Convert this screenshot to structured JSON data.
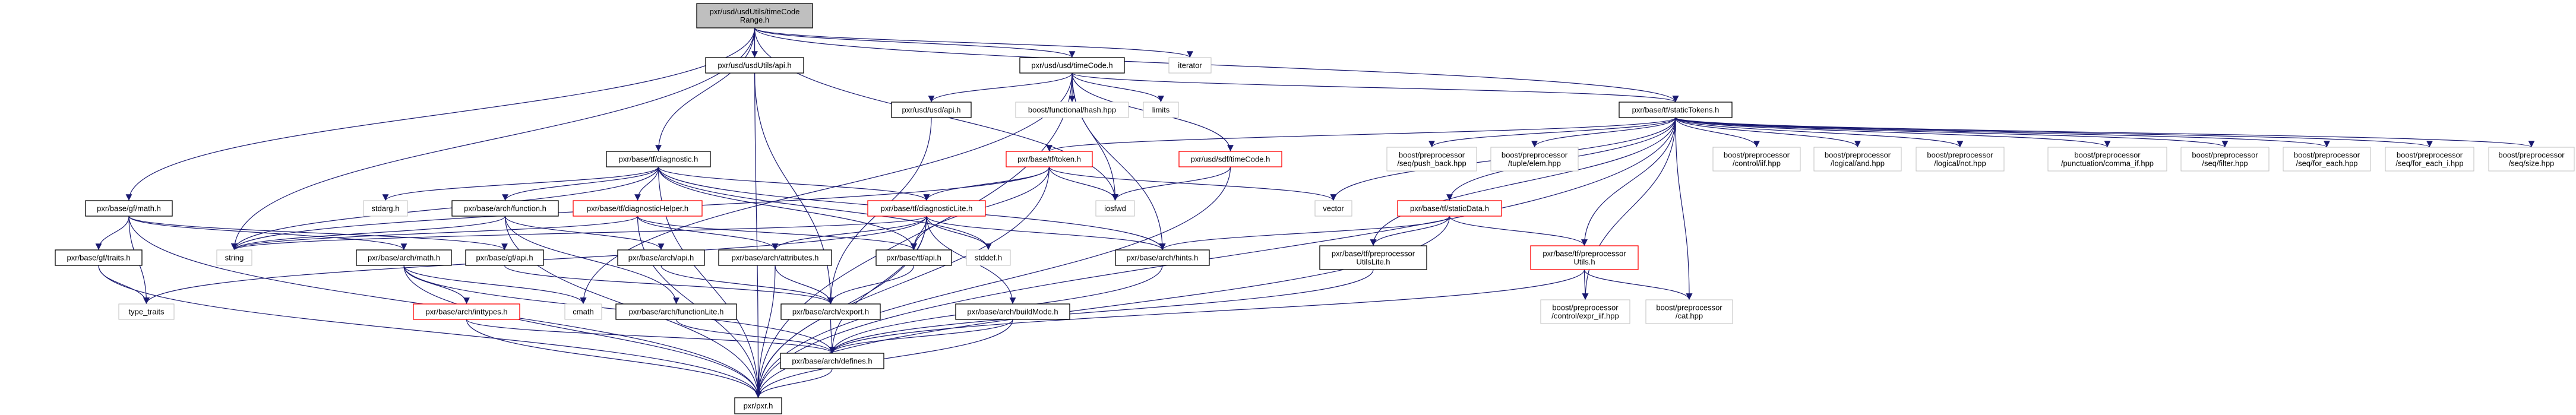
{
  "colors": {
    "edge": "#191970",
    "root_fill": "#bfbfbf",
    "documented_border": "#000000",
    "truncated_border": "#ff0000",
    "external_border": "#bfbfbf"
  },
  "nodes": [
    {
      "id": "root",
      "kind": "root",
      "lines": [
        "pxr/usd/usdUtils/timeCode",
        "Range.h"
      ]
    },
    {
      "id": "usdutils_api",
      "kind": "doc",
      "lines": [
        "pxr/usd/usdUtils/api.h"
      ]
    },
    {
      "id": "usd_timecode",
      "kind": "doc",
      "lines": [
        "pxr/usd/usd/timeCode.h"
      ]
    },
    {
      "id": "iterator",
      "kind": "ext",
      "lines": [
        "iterator"
      ]
    },
    {
      "id": "usd_api",
      "kind": "doc",
      "lines": [
        "pxr/usd/usd/api.h"
      ]
    },
    {
      "id": "boost_hash",
      "kind": "ext",
      "lines": [
        "boost/functional/hash.hpp"
      ]
    },
    {
      "id": "limits",
      "kind": "ext",
      "lines": [
        "limits"
      ]
    },
    {
      "id": "static_tokens",
      "kind": "doc",
      "lines": [
        "pxr/base/tf/staticTokens.h"
      ]
    },
    {
      "id": "tf_diagnostic",
      "kind": "doc",
      "lines": [
        "pxr/base/tf/diagnostic.h"
      ]
    },
    {
      "id": "tf_token",
      "kind": "red",
      "lines": [
        "pxr/base/tf/token.h"
      ]
    },
    {
      "id": "sdf_timecode",
      "kind": "red",
      "lines": [
        "pxr/usd/sdf/timeCode.h"
      ]
    },
    {
      "id": "push_back",
      "kind": "ext",
      "lines": [
        "boost/preprocessor",
        "/seq/push_back.hpp"
      ]
    },
    {
      "id": "tuple_elem",
      "kind": "ext",
      "lines": [
        "boost/preprocessor",
        "/tuple/elem.hpp"
      ]
    },
    {
      "id": "control_iif",
      "kind": "ext",
      "lines": [
        "boost/preprocessor",
        "/control/iif.hpp"
      ]
    },
    {
      "id": "logical_and",
      "kind": "ext",
      "lines": [
        "boost/preprocessor",
        "/logical/and.hpp"
      ]
    },
    {
      "id": "logical_not",
      "kind": "ext",
      "lines": [
        "boost/preprocessor",
        "/logical/not.hpp"
      ]
    },
    {
      "id": "comma_if",
      "kind": "ext",
      "lines": [
        "boost/preprocessor",
        "/punctuation/comma_if.hpp"
      ]
    },
    {
      "id": "seq_filter",
      "kind": "ext",
      "lines": [
        "boost/preprocessor",
        "/seq/filter.hpp"
      ]
    },
    {
      "id": "for_each",
      "kind": "ext",
      "lines": [
        "boost/preprocessor",
        "/seq/for_each.hpp"
      ]
    },
    {
      "id": "for_each_i",
      "kind": "ext",
      "lines": [
        "boost/preprocessor",
        "/seq/for_each_i.hpp"
      ]
    },
    {
      "id": "seq_size",
      "kind": "ext",
      "lines": [
        "boost/preprocessor",
        "/seq/size.hpp"
      ]
    },
    {
      "id": "gf_math",
      "kind": "doc",
      "lines": [
        "pxr/base/gf/math.h"
      ]
    },
    {
      "id": "stdarg",
      "kind": "ext",
      "lines": [
        "stdarg.h"
      ]
    },
    {
      "id": "arch_function",
      "kind": "doc",
      "lines": [
        "pxr/base/arch/function.h"
      ]
    },
    {
      "id": "diag_helper",
      "kind": "red",
      "lines": [
        "pxr/base/tf/diagnosticHelper.h"
      ]
    },
    {
      "id": "diag_lite",
      "kind": "red",
      "lines": [
        "pxr/base/tf/diagnosticLite.h"
      ]
    },
    {
      "id": "iosfwd",
      "kind": "ext",
      "lines": [
        "iosfwd"
      ]
    },
    {
      "id": "vector",
      "kind": "ext",
      "lines": [
        "vector"
      ]
    },
    {
      "id": "static_data",
      "kind": "red",
      "lines": [
        "pxr/base/tf/staticData.h"
      ]
    },
    {
      "id": "gf_traits",
      "kind": "doc",
      "lines": [
        "pxr/base/gf/traits.h"
      ]
    },
    {
      "id": "string",
      "kind": "ext",
      "lines": [
        "string"
      ]
    },
    {
      "id": "arch_math",
      "kind": "doc",
      "lines": [
        "pxr/base/arch/math.h"
      ]
    },
    {
      "id": "gf_api",
      "kind": "doc",
      "lines": [
        "pxr/base/gf/api.h"
      ]
    },
    {
      "id": "arch_api",
      "kind": "doc",
      "lines": [
        "pxr/base/arch/api.h"
      ]
    },
    {
      "id": "arch_attributes",
      "kind": "doc",
      "lines": [
        "pxr/base/arch/attributes.h"
      ]
    },
    {
      "id": "tf_api",
      "kind": "doc",
      "lines": [
        "pxr/base/tf/api.h"
      ]
    },
    {
      "id": "stddef",
      "kind": "ext",
      "lines": [
        "stddef.h"
      ]
    },
    {
      "id": "arch_hints",
      "kind": "doc",
      "lines": [
        "pxr/base/arch/hints.h"
      ]
    },
    {
      "id": "pp_utils_lite",
      "kind": "doc",
      "lines": [
        "pxr/base/tf/preprocessor",
        "UtilsLite.h"
      ]
    },
    {
      "id": "pp_utils",
      "kind": "red",
      "lines": [
        "pxr/base/tf/preprocessor",
        "Utils.h"
      ]
    },
    {
      "id": "type_traits",
      "kind": "ext",
      "lines": [
        "type_traits"
      ]
    },
    {
      "id": "arch_inttypes",
      "kind": "red",
      "lines": [
        "pxr/base/arch/inttypes.h"
      ]
    },
    {
      "id": "cmath",
      "kind": "ext",
      "lines": [
        "cmath"
      ]
    },
    {
      "id": "arch_functionlite",
      "kind": "doc",
      "lines": [
        "pxr/base/arch/functionLite.h"
      ]
    },
    {
      "id": "arch_export",
      "kind": "doc",
      "lines": [
        "pxr/base/arch/export.h"
      ]
    },
    {
      "id": "arch_buildmode",
      "kind": "doc",
      "lines": [
        "pxr/base/arch/buildMode.h"
      ]
    },
    {
      "id": "expr_iif",
      "kind": "ext",
      "lines": [
        "boost/preprocessor",
        "/control/expr_iif.hpp"
      ]
    },
    {
      "id": "cat",
      "kind": "ext",
      "lines": [
        "boost/preprocessor",
        "/cat.hpp"
      ]
    },
    {
      "id": "arch_defines",
      "kind": "doc",
      "lines": [
        "pxr/base/arch/defines.h"
      ]
    },
    {
      "id": "pxr",
      "kind": "doc",
      "lines": [
        "pxr/pxr.h"
      ]
    }
  ],
  "edges": [
    [
      "root",
      "gf_math"
    ],
    [
      "root",
      "string"
    ],
    [
      "root",
      "pxr"
    ],
    [
      "root",
      "tf_diagnostic"
    ],
    [
      "root",
      "usdutils_api"
    ],
    [
      "root",
      "iosfwd"
    ],
    [
      "root",
      "usd_timecode"
    ],
    [
      "root",
      "iterator"
    ],
    [
      "root",
      "static_tokens"
    ],
    [
      "usdutils_api",
      "arch_export"
    ],
    [
      "usd_timecode",
      "usd_api"
    ],
    [
      "usd_timecode",
      "boost_hash"
    ],
    [
      "usd_timecode",
      "limits"
    ],
    [
      "usd_timecode",
      "iosfwd"
    ],
    [
      "usd_timecode",
      "arch_hints"
    ],
    [
      "usd_timecode",
      "cmath"
    ],
    [
      "usd_timecode",
      "pxr"
    ],
    [
      "usd_timecode",
      "static_tokens"
    ],
    [
      "usd_timecode",
      "sdf_timecode"
    ],
    [
      "usd_api",
      "arch_export"
    ],
    [
      "sdf_timecode",
      "iosfwd"
    ],
    [
      "sdf_timecode",
      "pxr"
    ],
    [
      "tf_token",
      "diag_lite"
    ],
    [
      "tf_token",
      "tf_api"
    ],
    [
      "tf_token",
      "iosfwd"
    ],
    [
      "tf_token",
      "vector"
    ],
    [
      "tf_token",
      "string"
    ],
    [
      "tf_token",
      "pxr"
    ],
    [
      "static_tokens",
      "tf_token"
    ],
    [
      "static_tokens",
      "vector"
    ],
    [
      "static_tokens",
      "static_data"
    ],
    [
      "static_tokens",
      "pp_utils_lite"
    ],
    [
      "static_tokens",
      "pp_utils"
    ],
    [
      "static_tokens",
      "expr_iif"
    ],
    [
      "static_tokens",
      "cat"
    ],
    [
      "static_tokens",
      "push_back"
    ],
    [
      "static_tokens",
      "tuple_elem"
    ],
    [
      "static_tokens",
      "control_iif"
    ],
    [
      "static_tokens",
      "logical_and"
    ],
    [
      "static_tokens",
      "logical_not"
    ],
    [
      "static_tokens",
      "comma_if"
    ],
    [
      "static_tokens",
      "seq_filter"
    ],
    [
      "static_tokens",
      "for_each"
    ],
    [
      "static_tokens",
      "for_each_i"
    ],
    [
      "static_tokens",
      "seq_size"
    ],
    [
      "static_tokens",
      "pxr"
    ],
    [
      "static_data",
      "pp_utils_lite"
    ],
    [
      "static_data",
      "pp_utils"
    ],
    [
      "static_data",
      "arch_hints"
    ],
    [
      "static_data",
      "pxr"
    ],
    [
      "pp_utils_lite",
      "arch_defines"
    ],
    [
      "pp_utils",
      "expr_iif"
    ],
    [
      "pp_utils",
      "cat"
    ],
    [
      "pp_utils",
      "arch_defines"
    ],
    [
      "tf_diagnostic",
      "stdarg"
    ],
    [
      "tf_diagnostic",
      "string"
    ],
    [
      "tf_diagnostic",
      "arch_function"
    ],
    [
      "tf_diagnostic",
      "diag_helper"
    ],
    [
      "tf_diagnostic",
      "diag_lite"
    ],
    [
      "tf_diagnostic",
      "tf_api"
    ],
    [
      "tf_diagnostic",
      "stddef"
    ],
    [
      "tf_diagnostic",
      "arch_hints"
    ],
    [
      "tf_diagnostic",
      "pxr"
    ],
    [
      "diag_helper",
      "string"
    ],
    [
      "diag_helper",
      "arch_attributes"
    ],
    [
      "diag_helper",
      "tf_api"
    ],
    [
      "diag_helper",
      "pxr"
    ],
    [
      "diag_lite",
      "arch_attributes"
    ],
    [
      "diag_lite",
      "tf_api"
    ],
    [
      "diag_lite",
      "stddef"
    ],
    [
      "diag_lite",
      "arch_hints"
    ],
    [
      "diag_lite",
      "arch_buildmode"
    ],
    [
      "diag_lite",
      "type_traits"
    ],
    [
      "diag_lite",
      "string"
    ],
    [
      "diag_lite",
      "pxr"
    ],
    [
      "diag_lite",
      "arch_defines"
    ],
    [
      "arch_function",
      "string"
    ],
    [
      "arch_function",
      "arch_api"
    ],
    [
      "arch_function",
      "arch_functionlite"
    ],
    [
      "arch_function",
      "pxr"
    ],
    [
      "arch_api",
      "arch_export"
    ],
    [
      "arch_functionlite",
      "arch_defines"
    ],
    [
      "gf_math",
      "gf_traits"
    ],
    [
      "gf_math",
      "type_traits"
    ],
    [
      "gf_math",
      "arch_math"
    ],
    [
      "gf_math",
      "gf_api"
    ],
    [
      "gf_math",
      "pxr"
    ],
    [
      "gf_traits",
      "type_traits"
    ],
    [
      "gf_traits",
      "pxr"
    ],
    [
      "arch_math",
      "arch_inttypes"
    ],
    [
      "arch_math",
      "cmath"
    ],
    [
      "arch_math",
      "arch_defines"
    ],
    [
      "arch_math",
      "pxr"
    ],
    [
      "gf_api",
      "arch_export"
    ],
    [
      "arch_inttypes",
      "arch_defines"
    ],
    [
      "arch_inttypes",
      "pxr"
    ],
    [
      "arch_attributes",
      "arch_export"
    ],
    [
      "arch_attributes",
      "pxr"
    ],
    [
      "tf_api",
      "arch_export"
    ],
    [
      "arch_hints",
      "arch_defines"
    ],
    [
      "arch_export",
      "arch_defines"
    ],
    [
      "arch_buildmode",
      "arch_defines"
    ],
    [
      "arch_buildmode",
      "pxr"
    ],
    [
      "arch_defines",
      "pxr"
    ]
  ]
}
